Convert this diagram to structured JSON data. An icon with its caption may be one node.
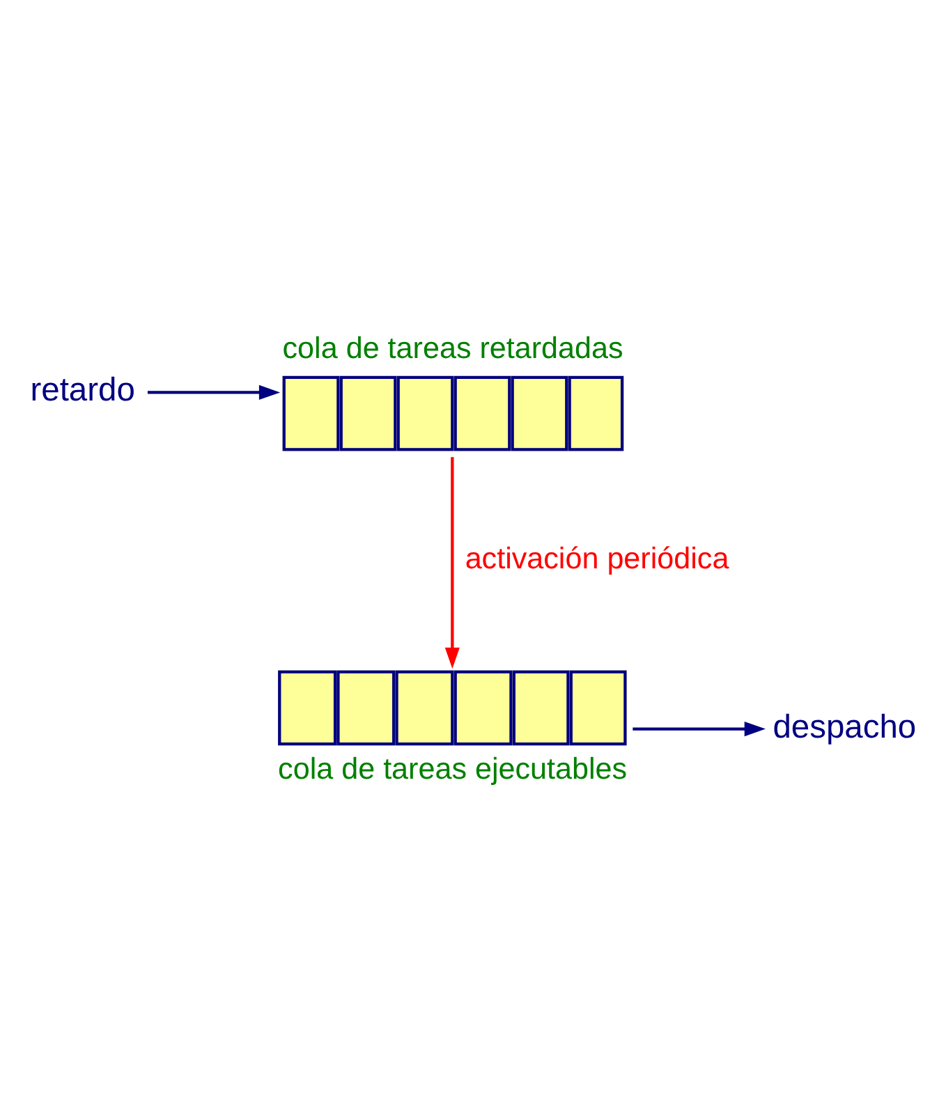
{
  "diagram": {
    "nodes": [
      {
        "text": [
          "retardo"
        ]
      },
      {
        "text": [
          "cola de tareas retardadas"
        ]
      },
      {
        "text": [
          "cola de tareas ejecutables"
        ]
      },
      {
        "text": [
          "despacho"
        ]
      }
    ],
    "edges": [
      {
        "from": 0,
        "to": 1,
        "arrow": "to"
      },
      {
        "from": 1,
        "to": 2,
        "arrow": "to",
        "label": "activación periódica",
        "color": "#ff0000"
      },
      {
        "from": 2,
        "to": 3,
        "arrow": "to"
      }
    ]
  }
}
